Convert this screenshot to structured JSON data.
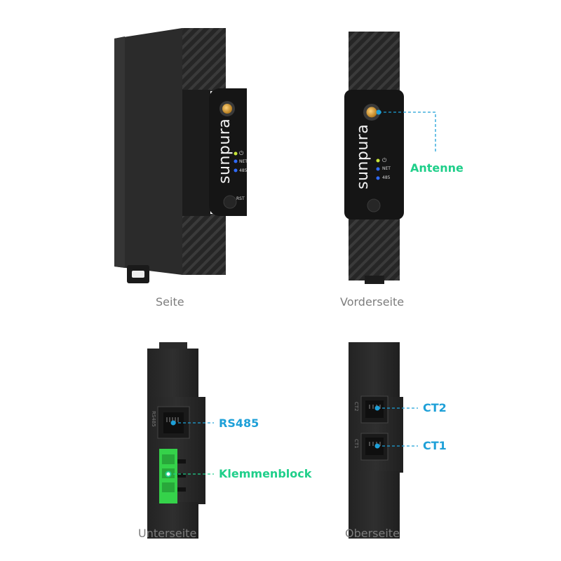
{
  "brand": "sunpura",
  "led_labels": {
    "net": "NET",
    "rs485": "485"
  },
  "button_label": "RST",
  "port_labels": {
    "rs485": "RS485",
    "ct2": "CT2",
    "ct1": "CT1"
  },
  "captions": {
    "side": "Seite",
    "front": "Vorderseite",
    "bottom": "Unterseite",
    "top": "Oberseite"
  },
  "callouts": {
    "antenna": "Antenne",
    "rs485": "RS485",
    "terminal_block": "Klemmenblock",
    "ct2": "CT2",
    "ct1": "CT1"
  },
  "colors": {
    "callout_blue": "#1ea0d8",
    "callout_green": "#1fcf8a",
    "device_body": "#2a2a2a",
    "terminal_green": "#35d24a"
  },
  "icons": {
    "power": "power-icon",
    "antenna_connector": "antenna-connector-icon"
  }
}
